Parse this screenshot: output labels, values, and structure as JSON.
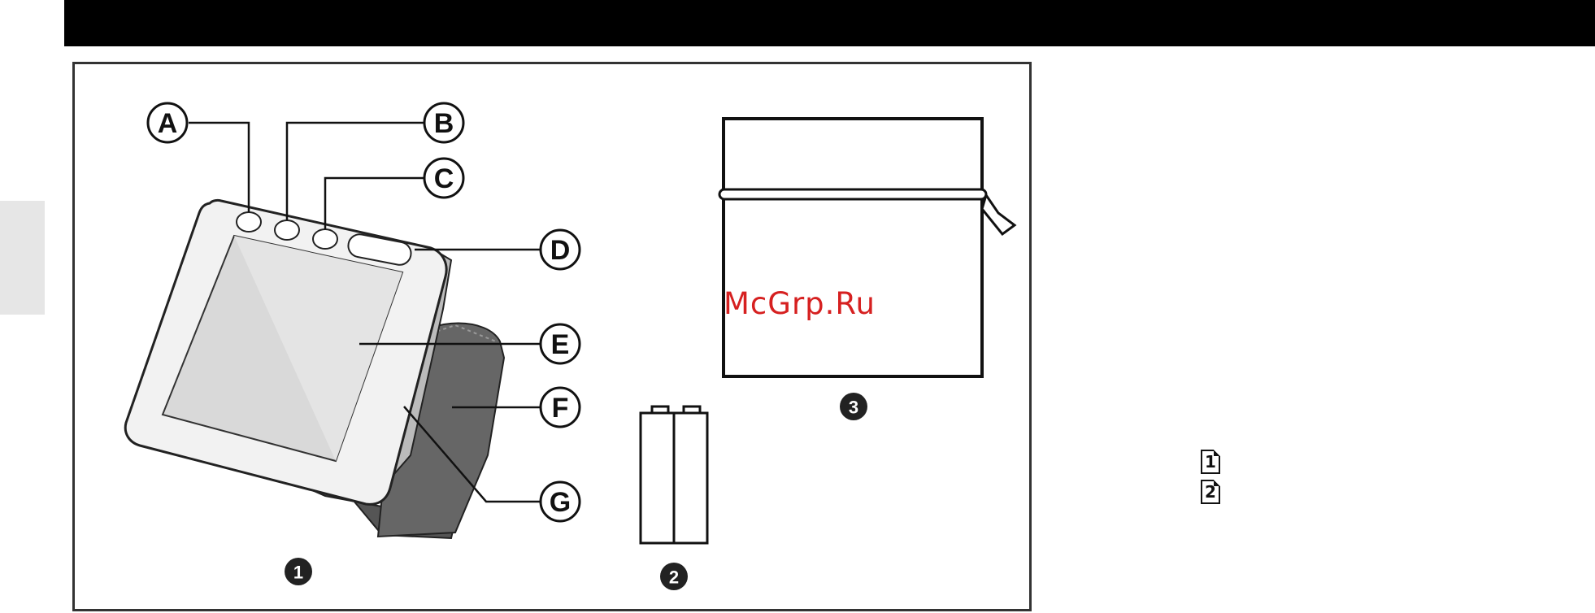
{
  "callouts": {
    "a": "A",
    "b": "B",
    "c": "C",
    "d": "D",
    "e": "E",
    "f": "F",
    "g": "G"
  },
  "item_numbers": {
    "monitor": "1",
    "batteries": "2",
    "pouch": "3"
  },
  "watermark": "McGrp.Ru",
  "page_icons": [
    "1",
    "2"
  ],
  "colors": {
    "header_bar": "#000000",
    "side_tab": "#e6e6e6",
    "watermark": "#d62020",
    "cuff": "#666666"
  }
}
